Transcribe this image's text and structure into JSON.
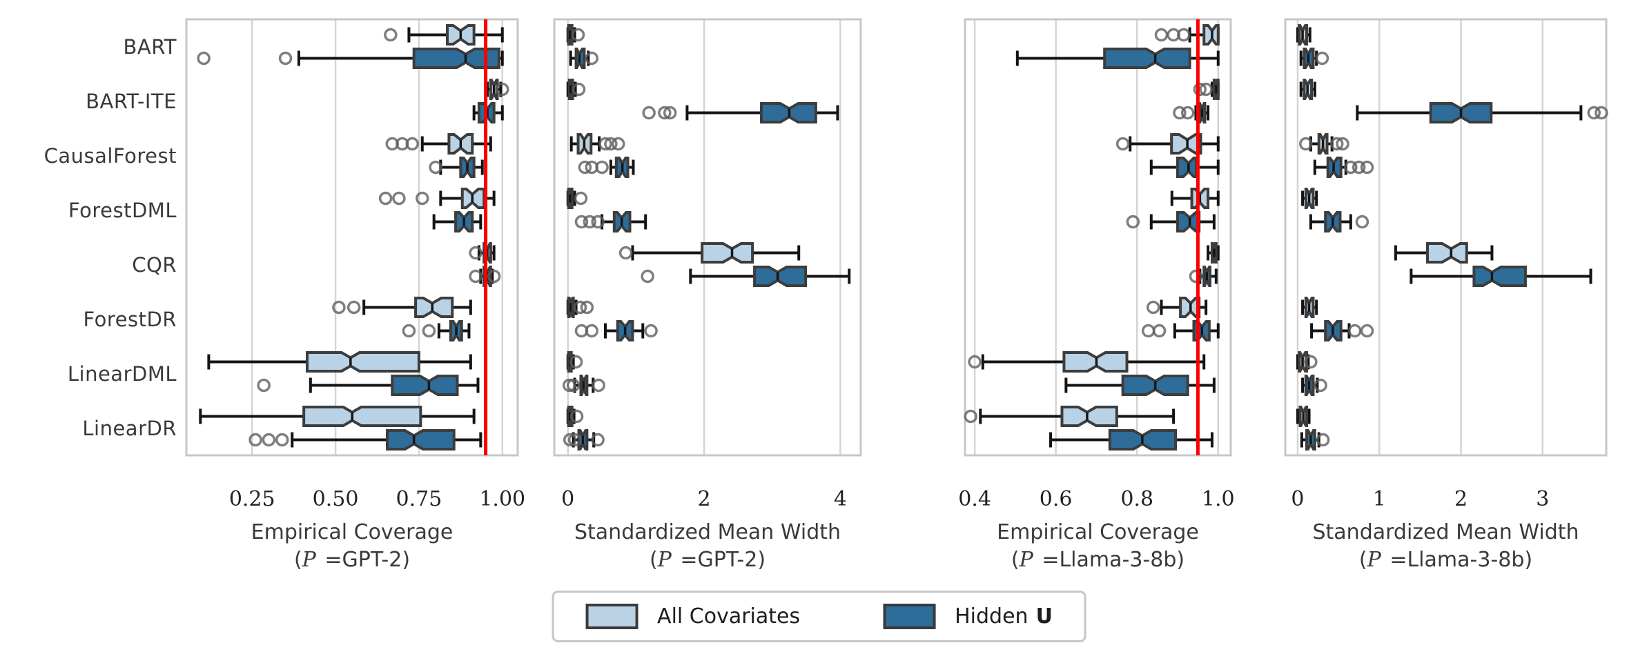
{
  "figure": {
    "legend": {
      "items": [
        {
          "label": "All Covariates",
          "color": "#b9d2e6"
        },
        {
          "label": "Hidden",
          "bold_suffix": "U",
          "color": "#2e6d99"
        }
      ]
    }
  },
  "chart_data": {
    "type": "grouped_horizontal_notched_boxplot",
    "box_format": "[whisker_lo, q1, median, q3, whisker_hi, [outliers]]",
    "categories": [
      "BART",
      "BART-ITE",
      "CausalForest",
      "ForestDML",
      "CQR",
      "ForestDR",
      "LinearDML",
      "LinearDR"
    ],
    "series_names": [
      "All Covariates",
      "Hidden U"
    ],
    "series_colors": [
      "#b9d2e6",
      "#2e6d99"
    ],
    "red_line_color": "#fb0000",
    "grid": true,
    "legend_position": "bottom-center",
    "panels": [
      {
        "title": "Empirical Coverage",
        "subtitle": {
          "pre": "(",
          "cal": "P",
          "post": " =GPT-2)"
        },
        "xlim": [
          0.053,
          1.046
        ],
        "ticks": [
          {
            "label": "0.25",
            "value": 0.25
          },
          {
            "label": "0.50",
            "value": 0.5
          },
          {
            "label": "0.75",
            "value": 0.75
          },
          {
            "label": "1.00",
            "value": 1.0
          }
        ],
        "red_line": 0.95,
        "series": [
          {
            "name": "All Covariates",
            "boxes": [
              [
                0.72,
                0.835,
                0.875,
                0.915,
                1.0,
                [
                  0.665
                ]
              ],
              [
                0.955,
                0.965,
                0.975,
                0.985,
                0.995,
                [
                  1.0
                ]
              ],
              [
                0.76,
                0.84,
                0.875,
                0.91,
                0.965,
                [
                  0.67,
                  0.7,
                  0.73
                ]
              ],
              [
                0.815,
                0.88,
                0.91,
                0.945,
                0.975,
                [
                  0.65,
                  0.69,
                  0.76
                ]
              ],
              [
                0.93,
                0.945,
                0.955,
                0.965,
                0.975,
                [
                  0.92
                ]
              ],
              [
                0.585,
                0.74,
                0.79,
                0.85,
                0.905,
                [
                  0.51,
                  0.555
                ]
              ],
              [
                0.12,
                0.415,
                0.545,
                0.75,
                0.905,
                []
              ],
              [
                0.095,
                0.405,
                0.55,
                0.755,
                0.915,
                []
              ]
            ]
          },
          {
            "name": "Hidden U",
            "boxes": [
              [
                0.39,
                0.735,
                0.89,
                0.99,
                1.0,
                [
                  0.105,
                  0.35
                ]
              ],
              [
                0.915,
                0.93,
                0.955,
                0.975,
                1.0,
                []
              ],
              [
                0.815,
                0.875,
                0.895,
                0.915,
                0.94,
                [
                  0.8
                ]
              ],
              [
                0.795,
                0.86,
                0.885,
                0.91,
                0.935,
                []
              ],
              [
                0.935,
                0.945,
                0.955,
                0.965,
                0.97,
                [
                  0.92,
                  0.975
                ]
              ],
              [
                0.81,
                0.845,
                0.862,
                0.878,
                0.9,
                [
                  0.72,
                  0.78
                ]
              ],
              [
                0.425,
                0.67,
                0.78,
                0.865,
                0.927,
                [
                  0.285
                ]
              ],
              [
                0.37,
                0.655,
                0.735,
                0.855,
                0.935,
                [
                  0.26,
                  0.3,
                  0.34
                ]
              ]
            ]
          }
        ]
      },
      {
        "title": "Standardized Mean Width",
        "subtitle": {
          "pre": "(",
          "cal": "P",
          "post": " =GPT-2)"
        },
        "xlim": [
          -0.2,
          4.3
        ],
        "ticks": [
          {
            "label": "0",
            "value": 0
          },
          {
            "label": "2",
            "value": 2
          },
          {
            "label": "4",
            "value": 4
          }
        ],
        "red_line": null,
        "series": [
          {
            "name": "All Covariates",
            "boxes": [
              [
                0.0,
                0.01,
                0.03,
                0.06,
                0.1,
                [
                  0.15
                ]
              ],
              [
                0.0,
                0.02,
                0.04,
                0.07,
                0.11,
                [
                  0.16
                ]
              ],
              [
                0.05,
                0.15,
                0.24,
                0.34,
                0.46,
                [
                  0.55,
                  0.63,
                  0.74
                ]
              ],
              [
                0.0,
                0.01,
                0.03,
                0.06,
                0.1,
                [
                  0.19
                ]
              ],
              [
                0.95,
                1.97,
                2.41,
                2.71,
                3.39,
                [
                  0.85
                ]
              ],
              [
                0.0,
                0.01,
                0.04,
                0.08,
                0.12,
                [
                  0.18,
                  0.28
                ]
              ],
              [
                0.0,
                0.01,
                0.03,
                0.05,
                0.08,
                [
                  0.12
                ]
              ],
              [
                0.0,
                0.01,
                0.03,
                0.06,
                0.09,
                [
                  0.13
                ]
              ]
            ]
          },
          {
            "name": "Hidden U",
            "boxes": [
              [
                0.04,
                0.12,
                0.17,
                0.24,
                0.3,
                [
                  0.35
                ]
              ],
              [
                1.75,
                2.84,
                3.25,
                3.64,
                3.96,
                [
                  1.19,
                  1.42,
                  1.5
                ]
              ],
              [
                0.63,
                0.71,
                0.8,
                0.88,
                0.96,
                [
                  0.25,
                  0.35,
                  0.5
                ]
              ],
              [
                0.5,
                0.68,
                0.79,
                0.91,
                1.14,
                [
                  0.2,
                  0.32,
                  0.44
                ]
              ],
              [
                1.8,
                2.74,
                3.08,
                3.49,
                4.13,
                [
                  1.17
                ]
              ],
              [
                0.55,
                0.73,
                0.84,
                0.95,
                1.1,
                [
                  0.2,
                  0.35,
                  1.22
                ]
              ],
              [
                0.1,
                0.19,
                0.23,
                0.28,
                0.37,
                [
                  0.02,
                  0.08,
                  0.45
                ]
              ],
              [
                0.08,
                0.16,
                0.22,
                0.28,
                0.38,
                [
                  0.03,
                  0.1,
                  0.44
                ]
              ]
            ]
          }
        ]
      },
      {
        "title": "Empirical Coverage",
        "subtitle": {
          "pre": "(",
          "cal": "P",
          "post": " =Llama-3-8b)"
        },
        "xlim": [
          0.376,
          1.031
        ],
        "ticks": [
          {
            "label": "0.4",
            "value": 0.4
          },
          {
            "label": "0.6",
            "value": 0.6
          },
          {
            "label": "0.8",
            "value": 0.8
          },
          {
            "label": "1.0",
            "value": 1.0
          }
        ],
        "red_line": 0.95,
        "series": [
          {
            "name": "All Covariates",
            "boxes": [
              [
                0.93,
                0.965,
                0.985,
                1.0,
                1.0,
                [
                  0.86,
                  0.89,
                  0.915
                ]
              ],
              [
                0.985,
                0.99,
                0.995,
                1.0,
                1.0,
                [
                  0.955,
                  0.97
                ]
              ],
              [
                0.783,
                0.885,
                0.924,
                0.957,
                1.0,
                [
                  0.765
                ]
              ],
              [
                0.886,
                0.935,
                0.955,
                0.975,
                1.0,
                []
              ],
              [
                0.975,
                0.985,
                0.99,
                0.995,
                1.0,
                []
              ],
              [
                0.86,
                0.907,
                0.932,
                0.953,
                0.97,
                [
                  0.84
                ]
              ],
              [
                0.42,
                0.62,
                0.7,
                0.775,
                0.965,
                [
                  0.4
                ]
              ],
              [
                0.414,
                0.615,
                0.677,
                0.75,
                0.89,
                [
                  0.39
                ]
              ]
            ]
          },
          {
            "name": "Hidden U",
            "boxes": [
              [
                0.505,
                0.72,
                0.845,
                0.93,
                1.0,
                []
              ],
              [
                0.945,
                0.953,
                0.96,
                0.967,
                0.975,
                [
                  0.905,
                  0.925
                ]
              ],
              [
                0.835,
                0.9,
                0.927,
                0.946,
                1.0,
                []
              ],
              [
                0.835,
                0.9,
                0.93,
                0.953,
                0.99,
                [
                  0.79
                ]
              ],
              [
                0.955,
                0.965,
                0.972,
                0.98,
                0.995,
                [
                  0.945
                ]
              ],
              [
                0.893,
                0.94,
                0.96,
                0.978,
                1.0,
                [
                  0.828,
                  0.855
                ]
              ],
              [
                0.625,
                0.765,
                0.845,
                0.925,
                0.99,
                []
              ],
              [
                0.587,
                0.733,
                0.813,
                0.895,
                0.985,
                []
              ]
            ]
          }
        ]
      },
      {
        "title": "Standardized Mean Width",
        "subtitle": {
          "pre": "(",
          "cal": "P",
          "post": " =Llama-3-8b)"
        },
        "xlim": [
          -0.152,
          3.78
        ],
        "ticks": [
          {
            "label": "0",
            "value": 0
          },
          {
            "label": "1",
            "value": 1
          },
          {
            "label": "2",
            "value": 2
          },
          {
            "label": "3",
            "value": 3
          }
        ],
        "red_line": null,
        "series": [
          {
            "name": "All Covariates",
            "boxes": [
              [
                0.0,
                0.02,
                0.06,
                0.11,
                0.15,
                []
              ],
              [
                0.04,
                0.08,
                0.12,
                0.17,
                0.21,
                []
              ],
              [
                0.16,
                0.26,
                0.31,
                0.36,
                0.42,
                [
                  0.1,
                  0.48,
                  0.55
                ]
              ],
              [
                0.06,
                0.1,
                0.14,
                0.19,
                0.23,
                []
              ],
              [
                1.2,
                1.59,
                1.88,
                2.07,
                2.38,
                []
              ],
              [
                0.06,
                0.1,
                0.14,
                0.19,
                0.23,
                []
              ],
              [
                0.0,
                0.02,
                0.06,
                0.11,
                0.13,
                [
                  0.16
                ]
              ],
              [
                0.0,
                0.03,
                0.07,
                0.11,
                0.14,
                []
              ]
            ]
          },
          {
            "name": "Hidden U",
            "boxes": [
              [
                0.04,
                0.08,
                0.13,
                0.19,
                0.23,
                [
                  0.3
                ]
              ],
              [
                0.73,
                1.63,
                2.0,
                2.37,
                3.47,
                [
                  3.63,
                  3.72
                ]
              ],
              [
                0.21,
                0.37,
                0.44,
                0.53,
                0.59,
                [
                  0.65,
                  0.75,
                  0.85
                ]
              ],
              [
                0.16,
                0.34,
                0.43,
                0.52,
                0.65,
                [
                  0.79
                ]
              ],
              [
                1.39,
                2.16,
                2.38,
                2.79,
                3.59,
                []
              ],
              [
                0.17,
                0.34,
                0.43,
                0.53,
                0.63,
                [
                  0.7,
                  0.85
                ]
              ],
              [
                0.06,
                0.1,
                0.14,
                0.19,
                0.24,
                [
                  0.28
                ]
              ],
              [
                0.05,
                0.11,
                0.16,
                0.21,
                0.26,
                [
                  0.31
                ]
              ]
            ]
          }
        ]
      }
    ]
  }
}
